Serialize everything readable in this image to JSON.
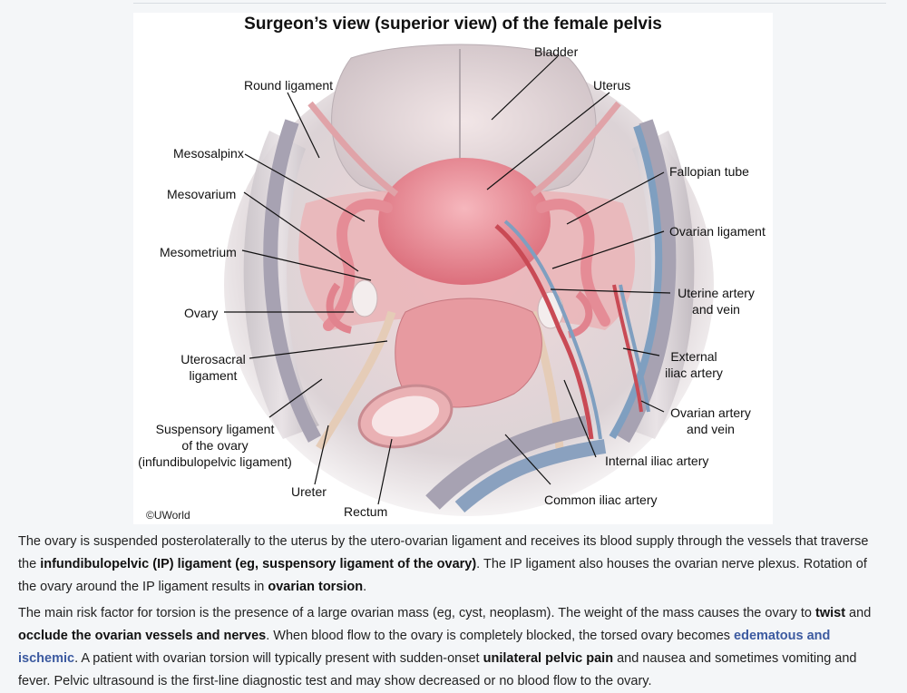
{
  "figure": {
    "title": "Surgeon’s view (superior view) of the female pelvis",
    "credit": "©UWorld",
    "labels": {
      "bladder": "Bladder",
      "round_ligament": "Round ligament",
      "uterus": "Uterus",
      "mesosalpinx": "Mesosalpinx",
      "fallopian_tube": "Fallopian tube",
      "mesovarium": "Mesovarium",
      "ovarian_ligament": "Ovarian ligament",
      "mesometrium": "Mesometrium",
      "uterine_artery_1": "Uterine artery",
      "uterine_artery_2": "and vein",
      "ovary": "Ovary",
      "uterosacral_1": "Uterosacral",
      "uterosacral_2": "ligament",
      "external_iliac_1": "External",
      "external_iliac_2": "iliac artery",
      "ovarian_artery_1": "Ovarian artery",
      "ovarian_artery_2": "and vein",
      "suspensory_1": "Suspensory ligament",
      "suspensory_2": "of the ovary",
      "suspensory_3": "(infundibulopelvic ligament)",
      "internal_iliac": "Internal iliac artery",
      "ureter": "Ureter",
      "common_iliac": "Common iliac artery",
      "rectum": "Rectum"
    }
  },
  "paragraph1": {
    "s1": "The ovary is suspended posterolaterally to the uterus by the utero-ovarian ligament and receives its blood supply through the vessels that traverse the ",
    "b1": "infundibulopelvic (IP) ligament (eg, suspensory ligament of the ovary)",
    "s2": ".  The IP ligament also houses the ovarian nerve plexus.  Rotation of the ovary around the IP ligament results in ",
    "b2": "ovarian torsion",
    "s3": "."
  },
  "paragraph2": {
    "s1": "The main risk factor for torsion is the presence of a large ovarian mass (eg, cyst, neoplasm).  The weight of the mass causes the ovary to ",
    "b1": "twist",
    "s2": " and ",
    "b2": "occlude the ovarian vessels and nerves",
    "s3": ".  When blood flow to the ovary is completely blocked, the torsed ovary becomes ",
    "link": "edematous and ischemic",
    "s4": ".  A patient with ovarian torsion will typically present with sudden-onset ",
    "b3": "unilateral pelvic pain",
    "s5": " and nausea and sometimes vomiting and fever.  Pelvic ultrasound is the first-line diagnostic test and may show decreased or no blood flow to the ovary."
  },
  "colors": {
    "tissue_pink": "#e9a3a6",
    "uterus": "#e77f89",
    "vessel_blue": "#7f9fc0",
    "link_blue": "#3c5aa0"
  }
}
